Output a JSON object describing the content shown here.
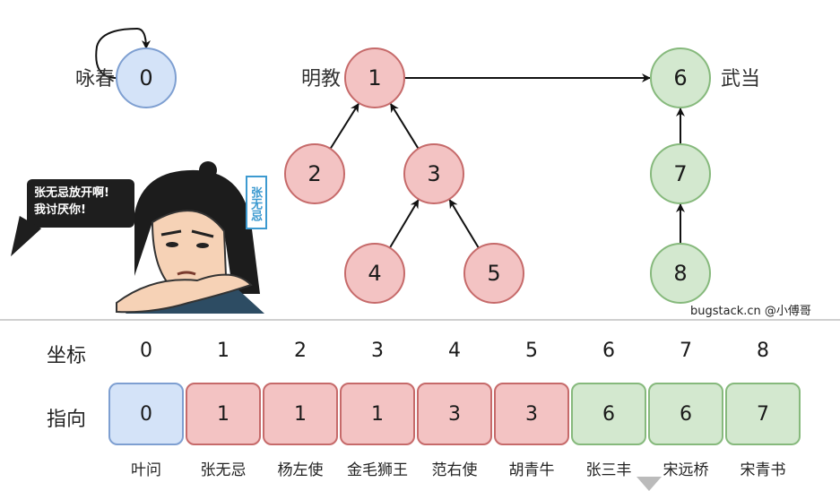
{
  "colors": {
    "blue_fill": "#d4e3f8",
    "blue_stroke": "#7e9fd1",
    "red_fill": "#f3c3c3",
    "red_stroke": "#c66a6a",
    "green_fill": "#d3e8cf",
    "green_stroke": "#86b97c"
  },
  "groups": [
    {
      "name": "咏春",
      "color": "blue",
      "root": 0
    },
    {
      "name": "明教",
      "color": "red",
      "root": 1
    },
    {
      "name": "武当",
      "color": "green",
      "root": 6
    }
  ],
  "nodes": [
    {
      "id": 0,
      "label": "0",
      "color": "blue"
    },
    {
      "id": 1,
      "label": "1",
      "color": "red"
    },
    {
      "id": 2,
      "label": "2",
      "color": "red"
    },
    {
      "id": 3,
      "label": "3",
      "color": "red"
    },
    {
      "id": 4,
      "label": "4",
      "color": "red"
    },
    {
      "id": 5,
      "label": "5",
      "color": "red"
    },
    {
      "id": 6,
      "label": "6",
      "color": "green"
    },
    {
      "id": 7,
      "label": "7",
      "color": "green"
    },
    {
      "id": 8,
      "label": "8",
      "color": "green"
    }
  ],
  "edges": [
    {
      "from": 0,
      "to": 0
    },
    {
      "from": 2,
      "to": 1
    },
    {
      "from": 3,
      "to": 1
    },
    {
      "from": 4,
      "to": 3
    },
    {
      "from": 5,
      "to": 3
    },
    {
      "from": 1,
      "to": 6
    },
    {
      "from": 7,
      "to": 6
    },
    {
      "from": 8,
      "to": 7
    }
  ],
  "cartoon": {
    "speech": [
      "张无忌放开啊!",
      "我讨厌你!"
    ],
    "name_tag": "张无忌"
  },
  "watermark": "bugstack.cn @小傅哥",
  "table": {
    "index_label": "坐标",
    "parent_label": "指向",
    "entries": [
      {
        "index": "0",
        "parent": "0",
        "name": "叶问",
        "color": "blue"
      },
      {
        "index": "1",
        "parent": "1",
        "name": "张无忌",
        "color": "red"
      },
      {
        "index": "2",
        "parent": "1",
        "name": "杨左使",
        "color": "red"
      },
      {
        "index": "3",
        "parent": "1",
        "name": "金毛狮王",
        "color": "red"
      },
      {
        "index": "4",
        "parent": "3",
        "name": "范右使",
        "color": "red"
      },
      {
        "index": "5",
        "parent": "3",
        "name": "胡青牛",
        "color": "red"
      },
      {
        "index": "6",
        "parent": "6",
        "name": "张三丰",
        "color": "green"
      },
      {
        "index": "7",
        "parent": "6",
        "name": "宋远桥",
        "color": "green"
      },
      {
        "index": "8",
        "parent": "7",
        "name": "宋青书",
        "color": "green"
      }
    ]
  }
}
